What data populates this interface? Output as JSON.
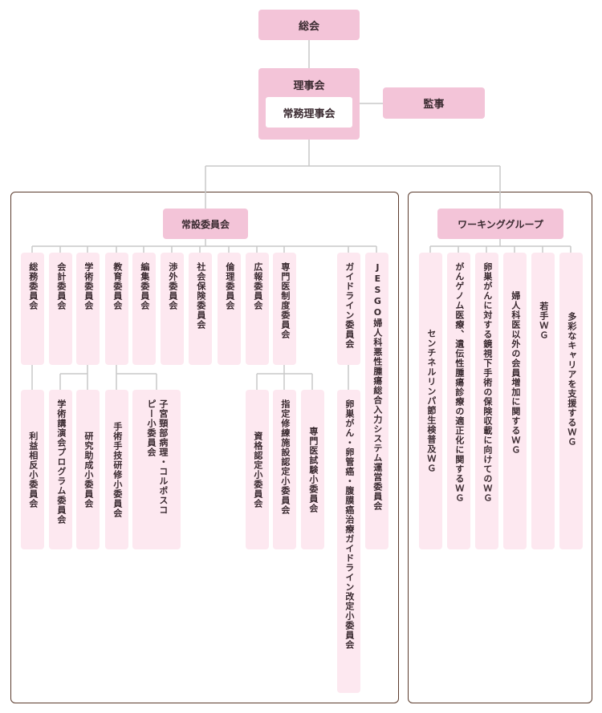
{
  "top": {
    "general_assembly": "総会",
    "board": "理事会",
    "executive_board": "常務理事会",
    "auditor": "監事"
  },
  "standing": {
    "title": "常設委員会",
    "committees": [
      "総務委員会",
      "会計委員会",
      "学術委員会",
      "教育委員会",
      "編集委員会",
      "渉外委員会",
      "社会保険委員会",
      "倫理委員会",
      "広報委員会",
      "専門医制度委員会",
      "ガイドライン委員会",
      "JESGO婦人科悪性腫瘍総合入力システム運営委員会"
    ],
    "subcommittees": [
      "利益相反小委員会",
      "学術講演会プログラム委員会",
      "研究助成小委員会",
      "手術手技研修小委員会",
      "子宮頸部病理・コルポスコピー小委員会",
      "資格認定小委員会",
      "指定修練施設認定小委員会",
      "専門医試験小委員会",
      "卵巣がん・卵管癌・腹膜癌治療ガイドライン改定小委員会"
    ]
  },
  "working": {
    "title": "ワーキンググループ",
    "groups": [
      "センチネルリンパ節生検普及ＷＧ",
      "がんゲノム医療、遺伝性腫瘍診療の適正化に関するＷＧ",
      "卵巣がんに対する鏡視下手術の保険収載に向けてのＷＧ",
      "婦人科医以外の会員増加に関するＷＧ",
      "若手ＷＧ",
      "多彩なキャリアを支援するＷＧ"
    ]
  }
}
